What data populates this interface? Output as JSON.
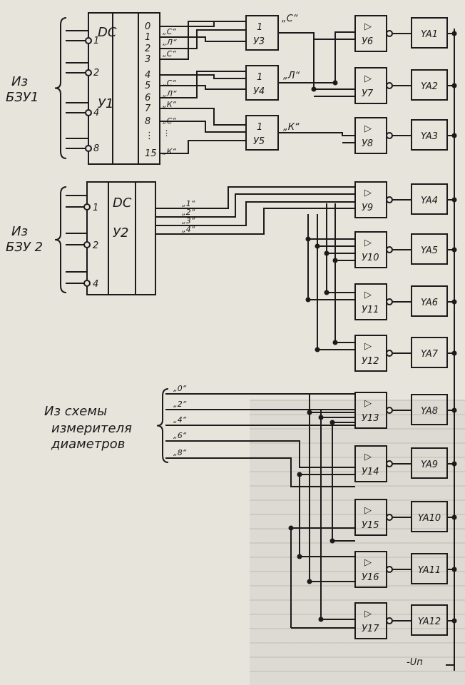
{
  "decoder1": {
    "name": "DC",
    "id": "У1",
    "inputs": [
      "1",
      "2",
      "4",
      "8"
    ],
    "outputs": [
      "0",
      "1",
      "2",
      "3",
      "4",
      "5",
      "6",
      "7",
      "8",
      "⋮",
      "15"
    ]
  },
  "decoder2": {
    "name": "DC",
    "id": "У2",
    "inputs": [
      "1",
      "2",
      "4"
    ]
  },
  "sources": {
    "bzu1": [
      "Из",
      "БЗУ1"
    ],
    "bzu2": [
      "Из",
      "БЗУ 2"
    ],
    "meter": [
      "Из схемы",
      "измерителя",
      "диаметров"
    ]
  },
  "dc1_out_labels": [
    "„С“",
    "„Л“",
    "„С“",
    "„С“",
    "„Л“",
    "„К“",
    "„С“",
    "⋮",
    "„К“"
  ],
  "or_gates": [
    {
      "sym": "1",
      "id": "У3"
    },
    {
      "sym": "1",
      "id": "У4"
    },
    {
      "sym": "1",
      "id": "У5"
    }
  ],
  "or_out_labels": [
    "„С“",
    "„Л“",
    "„К“"
  ],
  "dc2_out_labels": [
    "„1“",
    "„2“",
    "„3“",
    "„4“"
  ],
  "meter_labels": [
    "„0“",
    "„2“",
    "„4“",
    "„6“",
    "„8“"
  ],
  "amplifiers": {
    "sym": "▷",
    "ids": [
      "У6",
      "У7",
      "У8",
      "У9",
      "У10",
      "У11",
      "У12",
      "У13",
      "У14",
      "У15",
      "У16",
      "У17"
    ]
  },
  "actuators": [
    "YA1",
    "YA2",
    "YA3",
    "YA4",
    "YA5",
    "YA6",
    "YA7",
    "YA8",
    "YA9",
    "YA10",
    "YA11",
    "YA12"
  ],
  "supply": "-Uп"
}
